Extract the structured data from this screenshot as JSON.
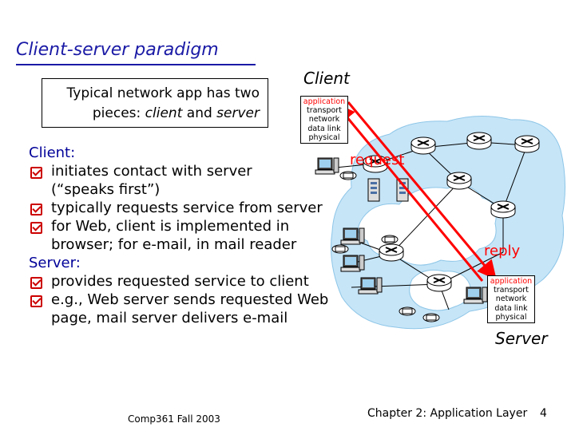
{
  "title": "Client-server paradigm",
  "typical": {
    "line1": "Typical network app has two",
    "line2_prefix": "pieces: ",
    "client_word": "client",
    "line2_mid": " and ",
    "server_word": "server"
  },
  "labels": {
    "client": "Client",
    "server": "Server",
    "request": "request",
    "reply": "reply"
  },
  "protocol_stack": [
    "application",
    "transport",
    "network",
    "data link",
    "physical"
  ],
  "client_section": {
    "heading": "Client:",
    "bullets": [
      {
        "lines": [
          "initiates contact with server",
          "(“speaks first”)"
        ]
      },
      {
        "lines": [
          "typically requests service from server"
        ]
      },
      {
        "lines": [
          "for Web, client is implemented in",
          "browser; for e-mail, in mail reader"
        ]
      }
    ]
  },
  "server_section": {
    "heading": "Server:",
    "bullets": [
      {
        "lines": [
          "provides requested service to client"
        ]
      },
      {
        "lines": [
          "e.g., Web server sends requested Web",
          "page, mail server delivers e-mail"
        ]
      }
    ]
  },
  "footer": {
    "left": "Comp361  Fall 2003",
    "center": "Chapter 2: Application Layer",
    "page": "4"
  },
  "colors": {
    "title": "#1a1aa6",
    "accent_red": "#ff0000",
    "network_cloud": "#c6e5f7",
    "heading": "#000099"
  }
}
